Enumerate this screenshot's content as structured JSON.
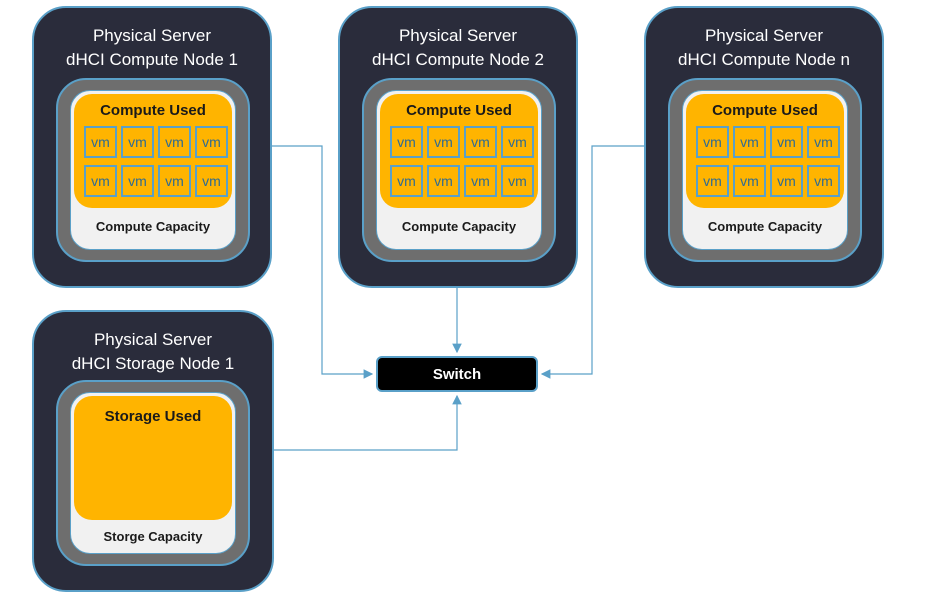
{
  "compute_nodes": [
    {
      "line1": "Physical Server",
      "line2": "dHCI Compute Node 1",
      "used_label": "Compute Used",
      "capacity_label": "Compute Capacity",
      "vms": [
        "vm",
        "vm",
        "vm",
        "vm",
        "vm",
        "vm",
        "vm",
        "vm"
      ]
    },
    {
      "line1": "Physical Server",
      "line2": "dHCI Compute Node 2",
      "used_label": "Compute Used",
      "capacity_label": "Compute Capacity",
      "vms": [
        "vm",
        "vm",
        "vm",
        "vm",
        "vm",
        "vm",
        "vm",
        "vm"
      ]
    },
    {
      "line1": "Physical Server",
      "line2": "dHCI Compute Node n",
      "used_label": "Compute Used",
      "capacity_label": "Compute Capacity",
      "vms": [
        "vm",
        "vm",
        "vm",
        "vm",
        "vm",
        "vm",
        "vm",
        "vm"
      ]
    }
  ],
  "storage_node": {
    "line1": "Physical Server",
    "line2": "dHCI Storage Node 1",
    "used_label": "Storage Used",
    "capacity_label": "Storge Capacity"
  },
  "switch_label": "Switch",
  "colors": {
    "server_bg": "#2a2c3b",
    "border": "#5aa0c8",
    "used": "#ffb400",
    "ring": "#6e6e6e",
    "switch_bg": "#000000"
  }
}
